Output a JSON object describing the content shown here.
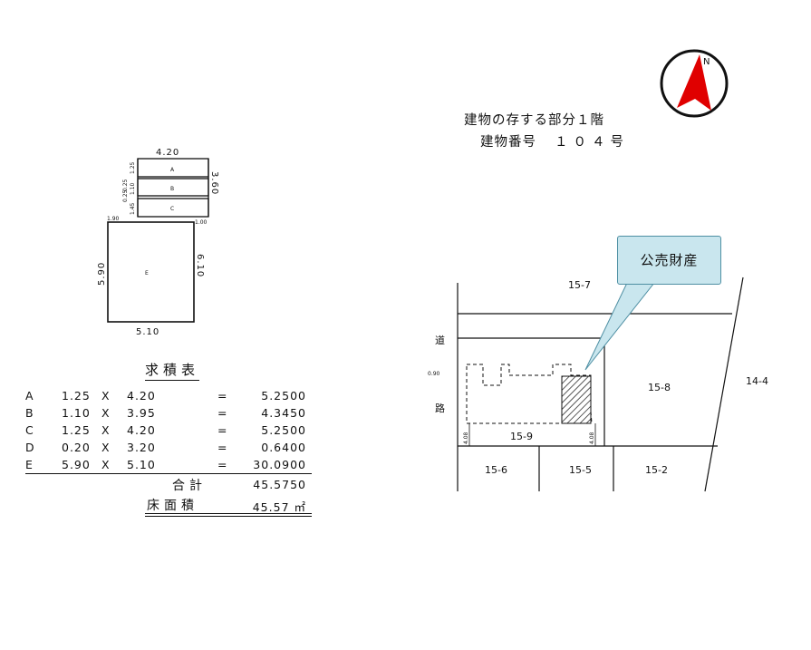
{
  "header": {
    "floor_line": "建物の存する部分１階",
    "building_no_label": "建物番号",
    "building_no": "１０４号"
  },
  "compass": {
    "north_label": "N"
  },
  "floor_plan": {
    "rooms": {
      "a": "A",
      "b": "B",
      "c": "C",
      "e": "E"
    },
    "dims": {
      "top_width": "4.20",
      "right_height": "3.60",
      "a_height": "1.25",
      "gap1": "0.25",
      "b_height": "1.10",
      "gap2": "0.25",
      "c_height": "1.45",
      "left_offset": "1.90",
      "right_offset": "1.00",
      "e_left": "5.90",
      "e_right": "6.10",
      "e_bottom": "5.10"
    }
  },
  "calculation": {
    "title": "求積表",
    "rows": [
      {
        "label": "A",
        "a": "1.25",
        "op": "X",
        "b": "4.20",
        "eq": "=",
        "result": "5.2500"
      },
      {
        "label": "B",
        "a": "1.10",
        "op": "X",
        "b": "3.95",
        "eq": "=",
        "result": "4.3450"
      },
      {
        "label": "C",
        "a": "1.25",
        "op": "X",
        "b": "4.20",
        "eq": "=",
        "result": "5.2500"
      },
      {
        "label": "D",
        "a": "0.20",
        "op": "X",
        "b": "3.20",
        "eq": "=",
        "result": "0.6400"
      },
      {
        "label": "E",
        "a": "5.90",
        "op": "X",
        "b": "5.10",
        "eq": "=",
        "result": "30.0900"
      }
    ],
    "total_label": "合計",
    "total_value": "45.5750",
    "floor_area_label": "床面積",
    "floor_area_value": "45.57 ㎡"
  },
  "site_map": {
    "callout": "公売財産",
    "road_char_1": "道",
    "road_char_2": "路",
    "road_width": "0.90",
    "setback_left": "4.08",
    "setback_right": "4.08",
    "lots": {
      "top": "15-7",
      "right": "15-8",
      "far_right": "14-4",
      "center": "15-9",
      "bottom_left": "15-6",
      "bottom_mid": "15-5",
      "bottom_right": "15-2"
    }
  }
}
